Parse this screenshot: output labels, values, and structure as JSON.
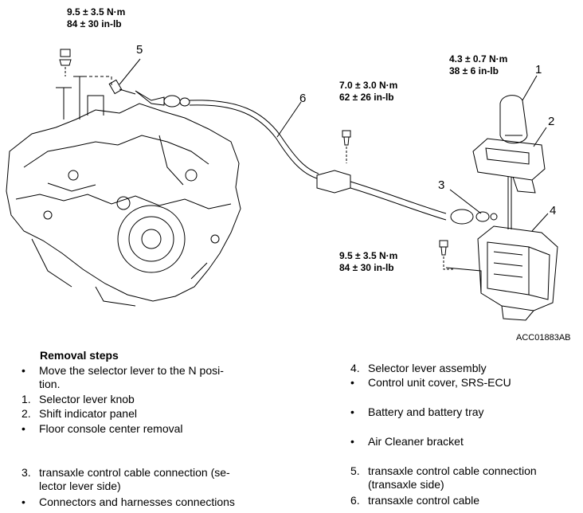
{
  "diagram": {
    "torques": [
      {
        "nm": "9.5 ± 3.5 N·m",
        "inlb": "84 ± 30 in-lb"
      },
      {
        "nm": "4.3 ± 0.7 N·m",
        "inlb": "38 ± 6 in-lb"
      },
      {
        "nm": "7.0 ± 3.0 N·m",
        "inlb": "62 ± 26 in-lb"
      },
      {
        "nm": "9.5 ± 3.5 N·m",
        "inlb": "84 ± 30 in-lb"
      }
    ],
    "callouts": [
      "1",
      "2",
      "3",
      "4",
      "5",
      "6"
    ],
    "figure_id": "ACC01883AB"
  },
  "removal": {
    "title": "Removal steps",
    "left": [
      {
        "marker": "•",
        "lines": [
          "Move the selector lever to the N posi-",
          "tion."
        ]
      },
      {
        "marker": "1.",
        "lines": [
          "Selector lever knob"
        ]
      },
      {
        "marker": "2.",
        "lines": [
          "Shift indicator panel"
        ]
      },
      {
        "marker": "•",
        "lines": [
          "Floor console center removal"
        ]
      },
      {
        "marker": "3.",
        "lines": [
          "transaxle control cable connection (se-",
          "lector lever side)"
        ]
      },
      {
        "marker": "•",
        "lines": [
          "Connectors and harnesses connections"
        ]
      }
    ],
    "right": [
      {
        "marker": "4.",
        "lines": [
          "Selector lever assembly"
        ]
      },
      {
        "marker": "•",
        "lines": [
          "Control unit cover, SRS-ECU"
        ]
      },
      {
        "marker": "•",
        "lines": [
          "Battery and battery tray"
        ]
      },
      {
        "marker": "•",
        "lines": [
          "Air Cleaner bracket"
        ]
      },
      {
        "marker": "5.",
        "lines": [
          "transaxle control cable connection",
          "(transaxle side)"
        ]
      },
      {
        "marker": "6.",
        "lines": [
          "transaxle control cable"
        ]
      }
    ]
  }
}
